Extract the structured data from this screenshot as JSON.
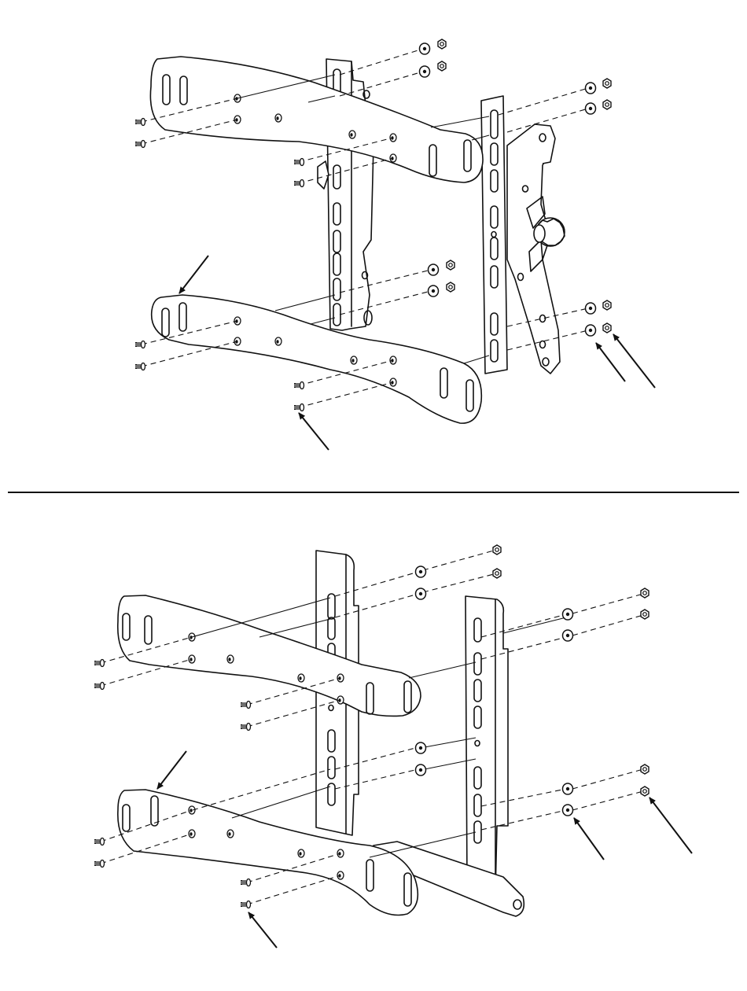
{
  "diagram": {
    "panels": [
      {
        "id": "top-assembly",
        "mount": "tilt-mount"
      },
      {
        "id": "bottom-assembly",
        "mount": "flat-mount"
      }
    ],
    "hardware_icons": [
      "screw-icon",
      "washer-icon",
      "nut-icon"
    ],
    "callout_count_per_panel": 4,
    "colors": {
      "ink": "#111111",
      "background": "#ffffff"
    }
  }
}
